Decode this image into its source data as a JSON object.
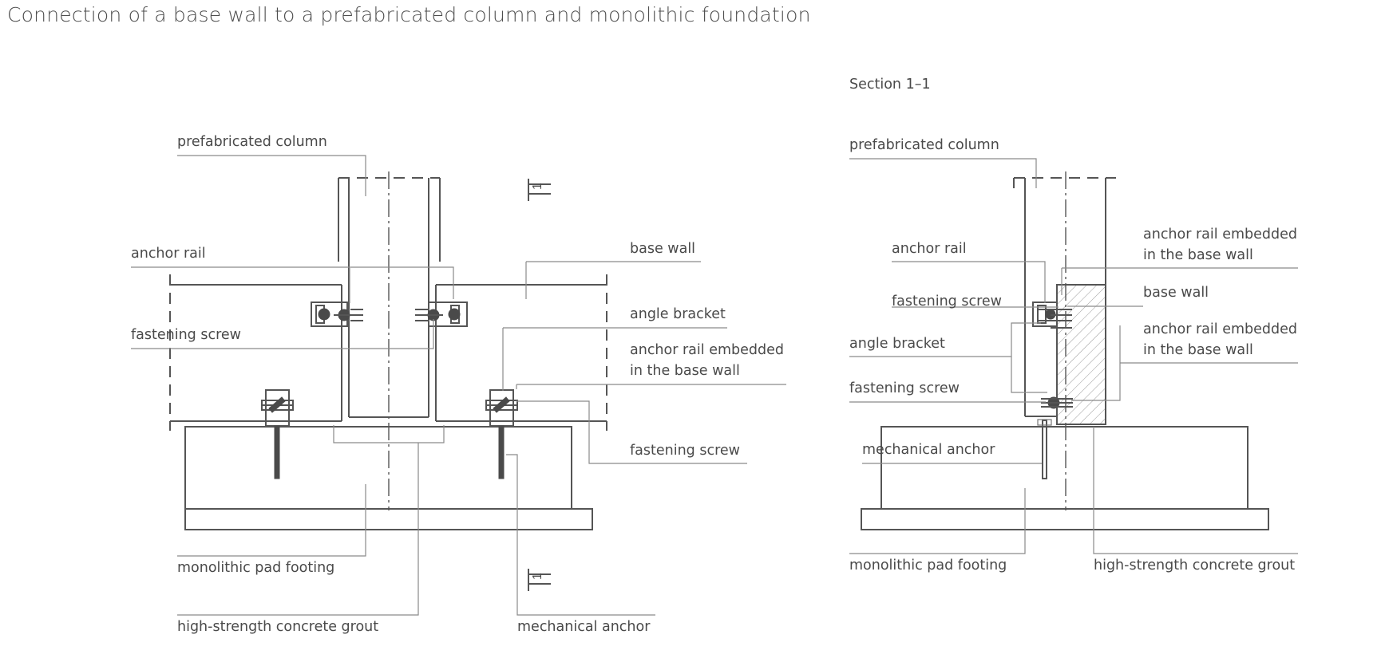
{
  "title": "Connection of a base wall to a prefabricated column and monolithic foundation",
  "section_title": "Section 1–1",
  "section_marker": "1",
  "elevation_labels": {
    "prefabricated_column": "prefabricated column",
    "anchor_rail": "anchor rail",
    "fastening_screw_left": "fastening screw",
    "base_wall": "base wall",
    "angle_bracket": "angle bracket",
    "anchor_rail_embedded_line1": "anchor rail embedded",
    "anchor_rail_embedded_line2": "in the base wall",
    "fastening_screw_right": "fastening screw",
    "monolithic_pad_footing": "monolithic pad footing",
    "high_strength_grout": "high-strength concrete grout",
    "mechanical_anchor": "mechanical anchor"
  },
  "section_labels": {
    "prefabricated_column": "prefabricated column",
    "anchor_rail_embedded_top_line1": "anchor rail embedded",
    "anchor_rail_embedded_top_line2": "in the base wall",
    "anchor_rail": "anchor rail",
    "base_wall": "base wall",
    "fastening_screw_top": "fastening screw",
    "angle_bracket": "angle bracket",
    "anchor_rail_embedded_mid_line1": "anchor rail embedded",
    "anchor_rail_embedded_mid_line2": "in the base wall",
    "fastening_screw_bottom": "fastening screw",
    "mechanical_anchor": "mechanical anchor",
    "monolithic_pad_footing": "monolithic pad footing",
    "high_strength_grout": "high-strength concrete grout"
  }
}
